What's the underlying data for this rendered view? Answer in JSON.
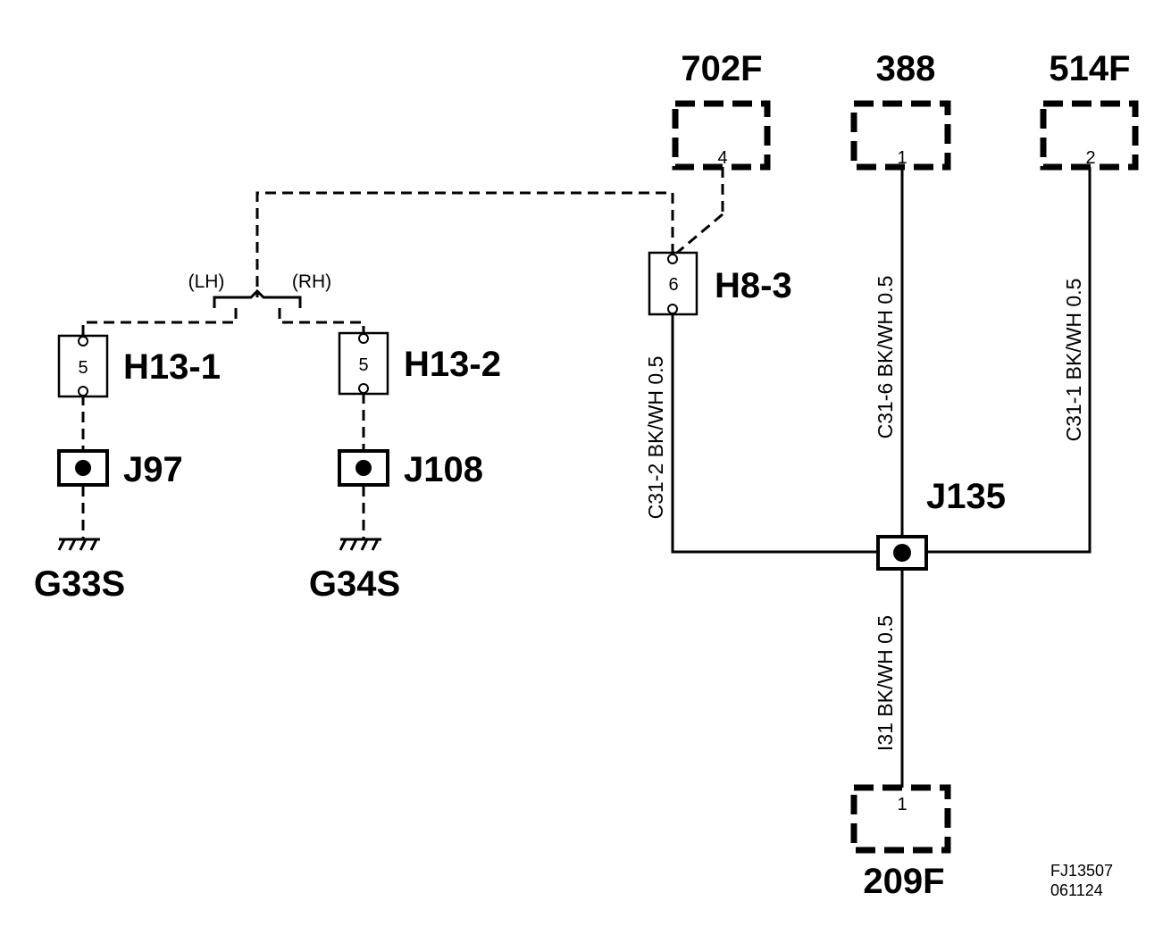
{
  "connectors": {
    "c702f": {
      "label": "702F",
      "pin": "4"
    },
    "c388": {
      "label": "388",
      "pin": "1"
    },
    "c514f": {
      "label": "514F",
      "pin": "2"
    },
    "c209f": {
      "label": "209F",
      "pin": "1"
    }
  },
  "inline": {
    "h8_3": {
      "label": "H8-3",
      "pin": "6"
    },
    "h13_1": {
      "label": "H13-1",
      "pin": "5"
    },
    "h13_2": {
      "label": "H13-2",
      "pin": "5"
    }
  },
  "splices": {
    "j97": "J97",
    "j108": "J108",
    "j135": "J135"
  },
  "grounds": {
    "g33s": "G33S",
    "g34s": "G34S"
  },
  "variants": {
    "lh": "(LH)",
    "rh": "(RH)"
  },
  "wires": {
    "c31_2": "C31-2  BK/WH  0.5",
    "c31_6": "C31-6  BK/WH  0.5",
    "c31_1": "C31-1 BK/WH  0.5",
    "i31": "I31  BK/WH  0.5"
  },
  "figure_code": {
    "line1": "FJ13507",
    "line2": "061124"
  }
}
